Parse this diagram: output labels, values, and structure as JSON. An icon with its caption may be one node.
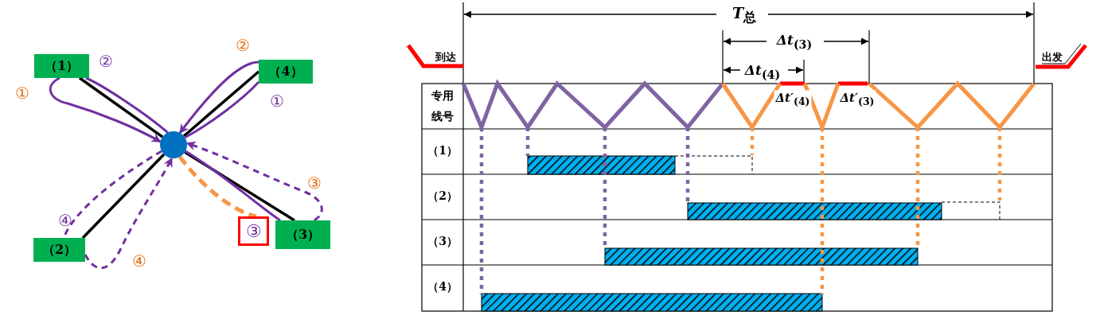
{
  "diagram": {
    "nodes": [
      {
        "text": [
          "（1）"
        ]
      },
      {
        "text": [
          "（4）"
        ]
      },
      {
        "text": [
          "（2）"
        ]
      },
      {
        "text": [
          "（3）"
        ]
      },
      {
        "text": [],
        "shape": "circle"
      },
      {
        "text": [
          "③"
        ]
      }
    ],
    "edges": [
      {
        "from": 4,
        "to": 0,
        "arrow": "none",
        "color": "#000000"
      },
      {
        "from": 4,
        "to": 1,
        "arrow": "none",
        "color": "#000000"
      },
      {
        "from": 4,
        "to": 2,
        "arrow": "none",
        "color": "#000000"
      },
      {
        "from": 4,
        "to": 3,
        "arrow": "none",
        "color": "#000000"
      },
      {
        "from": 4,
        "to": 0,
        "arrow": "none"
      },
      {
        "from": 0,
        "to": 4,
        "arrow": "to"
      },
      {
        "from": 4,
        "to": 1,
        "arrow": "none"
      },
      {
        "from": 1,
        "to": 4,
        "arrow": "to"
      },
      {
        "from": 4,
        "to": 2,
        "arrow": "none",
        "style": "dashed"
      },
      {
        "from": 2,
        "to": 4,
        "arrow": "to",
        "style": "dashed"
      },
      {
        "from": 4,
        "to": 3,
        "arrow": "none"
      },
      {
        "from": 3,
        "to": 4,
        "arrow": "to",
        "style": "dashed"
      },
      {
        "from": 4,
        "to": 5,
        "arrow": "none",
        "style": "dashed",
        "color": "#f79646"
      }
    ],
    "labels": [
      "②",
      "②",
      "①",
      "①",
      "③",
      "④",
      "④",
      "*T*$_{总}$",
      "*Δt*$_{(3)}$",
      "到达",
      "出发",
      "*Δt*$_{(4)}$",
      "*Δt′*$_{(4)}$",
      "*Δt′*$_{(3)}$",
      "专用线号",
      "（1）",
      "（2）",
      "（3）",
      "（4）"
    ]
  }
}
